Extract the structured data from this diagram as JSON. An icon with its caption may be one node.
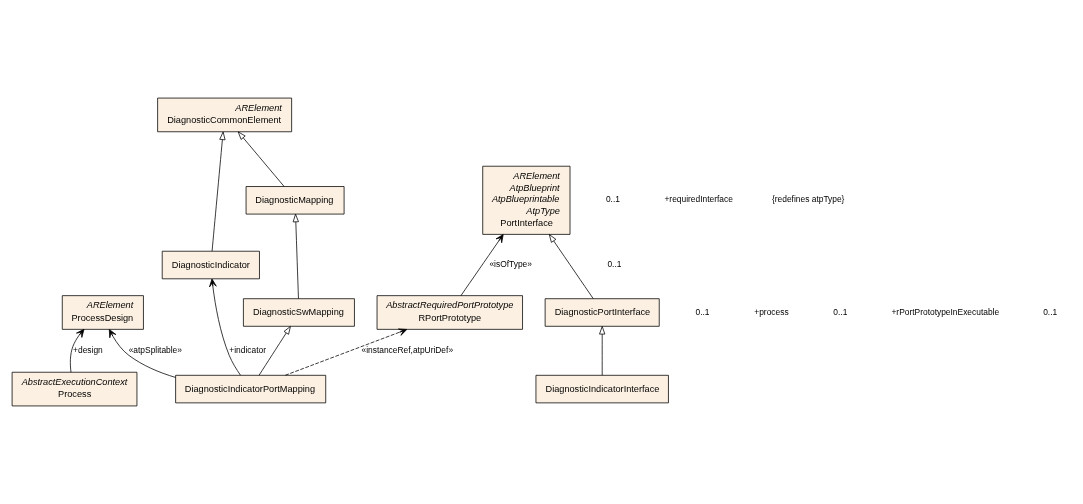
{
  "diagram": {
    "nodes": [
      {
        "text": [
          "ARElement",
          "AtpBlueprint",
          "AtpBlueprintable",
          "AtpType",
          "PortInterface"
        ]
      },
      {
        "text": [
          "DiagnosticPortInterface"
        ]
      },
      {
        "text": [
          "DiagnosticIndicatorInterface"
        ]
      },
      {
        "text": [
          "AbstractRequiredPortPrototype",
          "RPortPrototype"
        ]
      },
      {
        "text": [
          "AbstractExecutionContext",
          "Process"
        ]
      },
      {
        "text": [
          "ARElement",
          "ProcessDesign"
        ]
      },
      {
        "text": [
          "ARElement",
          "DiagnosticCommonElement"
        ]
      },
      {
        "text": [
          "DiagnosticIndicator"
        ]
      },
      {
        "text": [
          "DiagnosticMapping"
        ]
      },
      {
        "text": [
          "DiagnosticSwMapping"
        ]
      },
      {
        "text": [
          "DiagnosticIndicatorPortMapping"
        ]
      }
    ],
    "edges": [
      {
        "from": 1,
        "to": 0,
        "arrow": "to"
      },
      {
        "from": 2,
        "to": 1,
        "arrow": "to"
      },
      {
        "from": 3,
        "to": 0,
        "arrow": "to",
        "label": "«isOfType»"
      },
      {
        "from": 4,
        "to": 5,
        "arrow": "to",
        "label": "+design"
      },
      {
        "from": 10,
        "to": 5,
        "arrow": "to",
        "label": "«atpSplitable»"
      },
      {
        "from": 10,
        "to": 7,
        "arrow": "to",
        "label": "+indicator"
      },
      {
        "from": 7,
        "to": 6,
        "arrow": "to"
      },
      {
        "from": 8,
        "to": 6,
        "arrow": "to"
      },
      {
        "from": 9,
        "to": 8,
        "arrow": "to"
      },
      {
        "from": 10,
        "to": 9,
        "arrow": "to"
      },
      {
        "from": 10,
        "to": 3,
        "arrow": "to",
        "style": "dashed",
        "label": "«instanceRef,atpUriDef»"
      }
    ],
    "labels": [
      "0..1",
      "+requiredInterface",
      "{redefines atpType}",
      "0..1",
      "+process",
      "0..1",
      "0..1",
      "+rPortPrototypeInExecutable",
      "0..1"
    ]
  }
}
